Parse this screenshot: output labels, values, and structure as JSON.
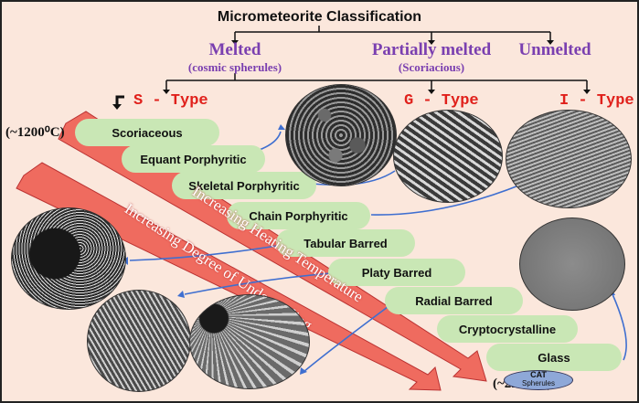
{
  "title": "Micrometeorite Classification",
  "categories": {
    "melted": {
      "label": "Melted",
      "sub": "(cosmic spherules)"
    },
    "partially": {
      "label": "Partially melted",
      "sub": "(Scoriacious)"
    },
    "unmelted": {
      "label": "Unmelted"
    }
  },
  "types": {
    "s": "S - Type",
    "g": "G - Type",
    "i": "I - Type"
  },
  "temperature": {
    "low": "(~1200⁰C)",
    "high": "(~2200⁰C)"
  },
  "textures": [
    "Scoriaceous",
    "Equant Porphyritic",
    "Skeletal Porphyritic",
    "Chain Porphyritic",
    "Tabular Barred",
    "Platy Barred",
    "Radial Barred",
    "Cryptocrystalline",
    "Glass"
  ],
  "arrows": {
    "heating": "Increasing Heating Temperature",
    "undercooling": "Increasing Degree of Undercooling"
  },
  "cat_spherules": {
    "top": "CAT",
    "bottom": "Spherules"
  },
  "colors": {
    "background": "#fbe7dc",
    "pill": "#c9e7b5",
    "arrow": "#ef6b5f",
    "type_red": "#e0201b",
    "category_purple": "#7a3fb0",
    "connector_blue": "#3f6fd0"
  }
}
